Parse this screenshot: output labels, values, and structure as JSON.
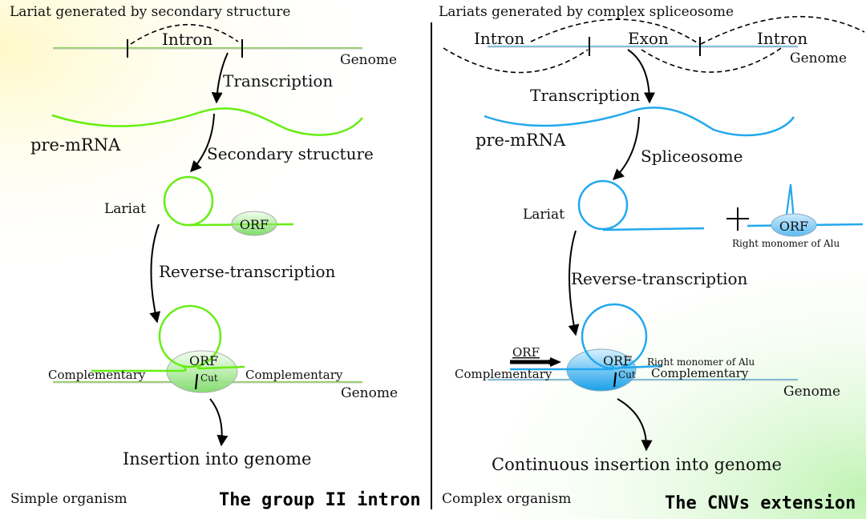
{
  "colors": {
    "left_strand": "#66ee11",
    "right_strand": "#22a8ee",
    "genome_left": "#8ccf5a",
    "genome_right": "#6bb8e0",
    "bg_left_corner": "#fffbd0",
    "bg_right_corner": "#ccf5c0"
  },
  "left": {
    "heading": "Lariat generated by secondary structure",
    "intron_label": "Intron",
    "genome_label": "Genome",
    "transcription_label": "Transcription",
    "premrna_label": "pre-mRNA",
    "secondary_label": "Secondary structure",
    "lariat_label": "Lariat",
    "orf_label": "ORF",
    "rt_label": "Reverse-transcription",
    "complex_orf_label": "ORF",
    "complementary_left": "Complementary",
    "complementary_right": "Complementary",
    "cut_label": "Cut",
    "genome_label_bottom": "Genome",
    "result_label": "Insertion into genome",
    "organism_label": "Simple organism",
    "panel_title": "The group II intron"
  },
  "right": {
    "heading": "Lariats generated by complex spliceosome",
    "intron_left_label": "Intron",
    "exon_label": "Exon",
    "intron_right_label": "Intron",
    "genome_label": "Genome",
    "transcription_label": "Transcription",
    "premrna_label": "pre-mRNA",
    "spliceosome_label": "Spliceosome",
    "lariat_label": "Lariat",
    "plus_label": "+",
    "alu_orf_label": "ORF",
    "alu_label": "Right monomer of Alu",
    "rt_label": "Reverse-transcription",
    "orf_arrow_label": "ORF",
    "complex_orf_label": "ORF",
    "alu_label_bottom": "Right monomer of Alu",
    "complementary_left": "Complementary",
    "complementary_right": "Complementary",
    "cut_label": "Cut",
    "genome_label_bottom": "Genome",
    "result_label": "Continuous insertion into genome",
    "organism_label": "Complex organism",
    "panel_title": "The CNVs extension"
  }
}
